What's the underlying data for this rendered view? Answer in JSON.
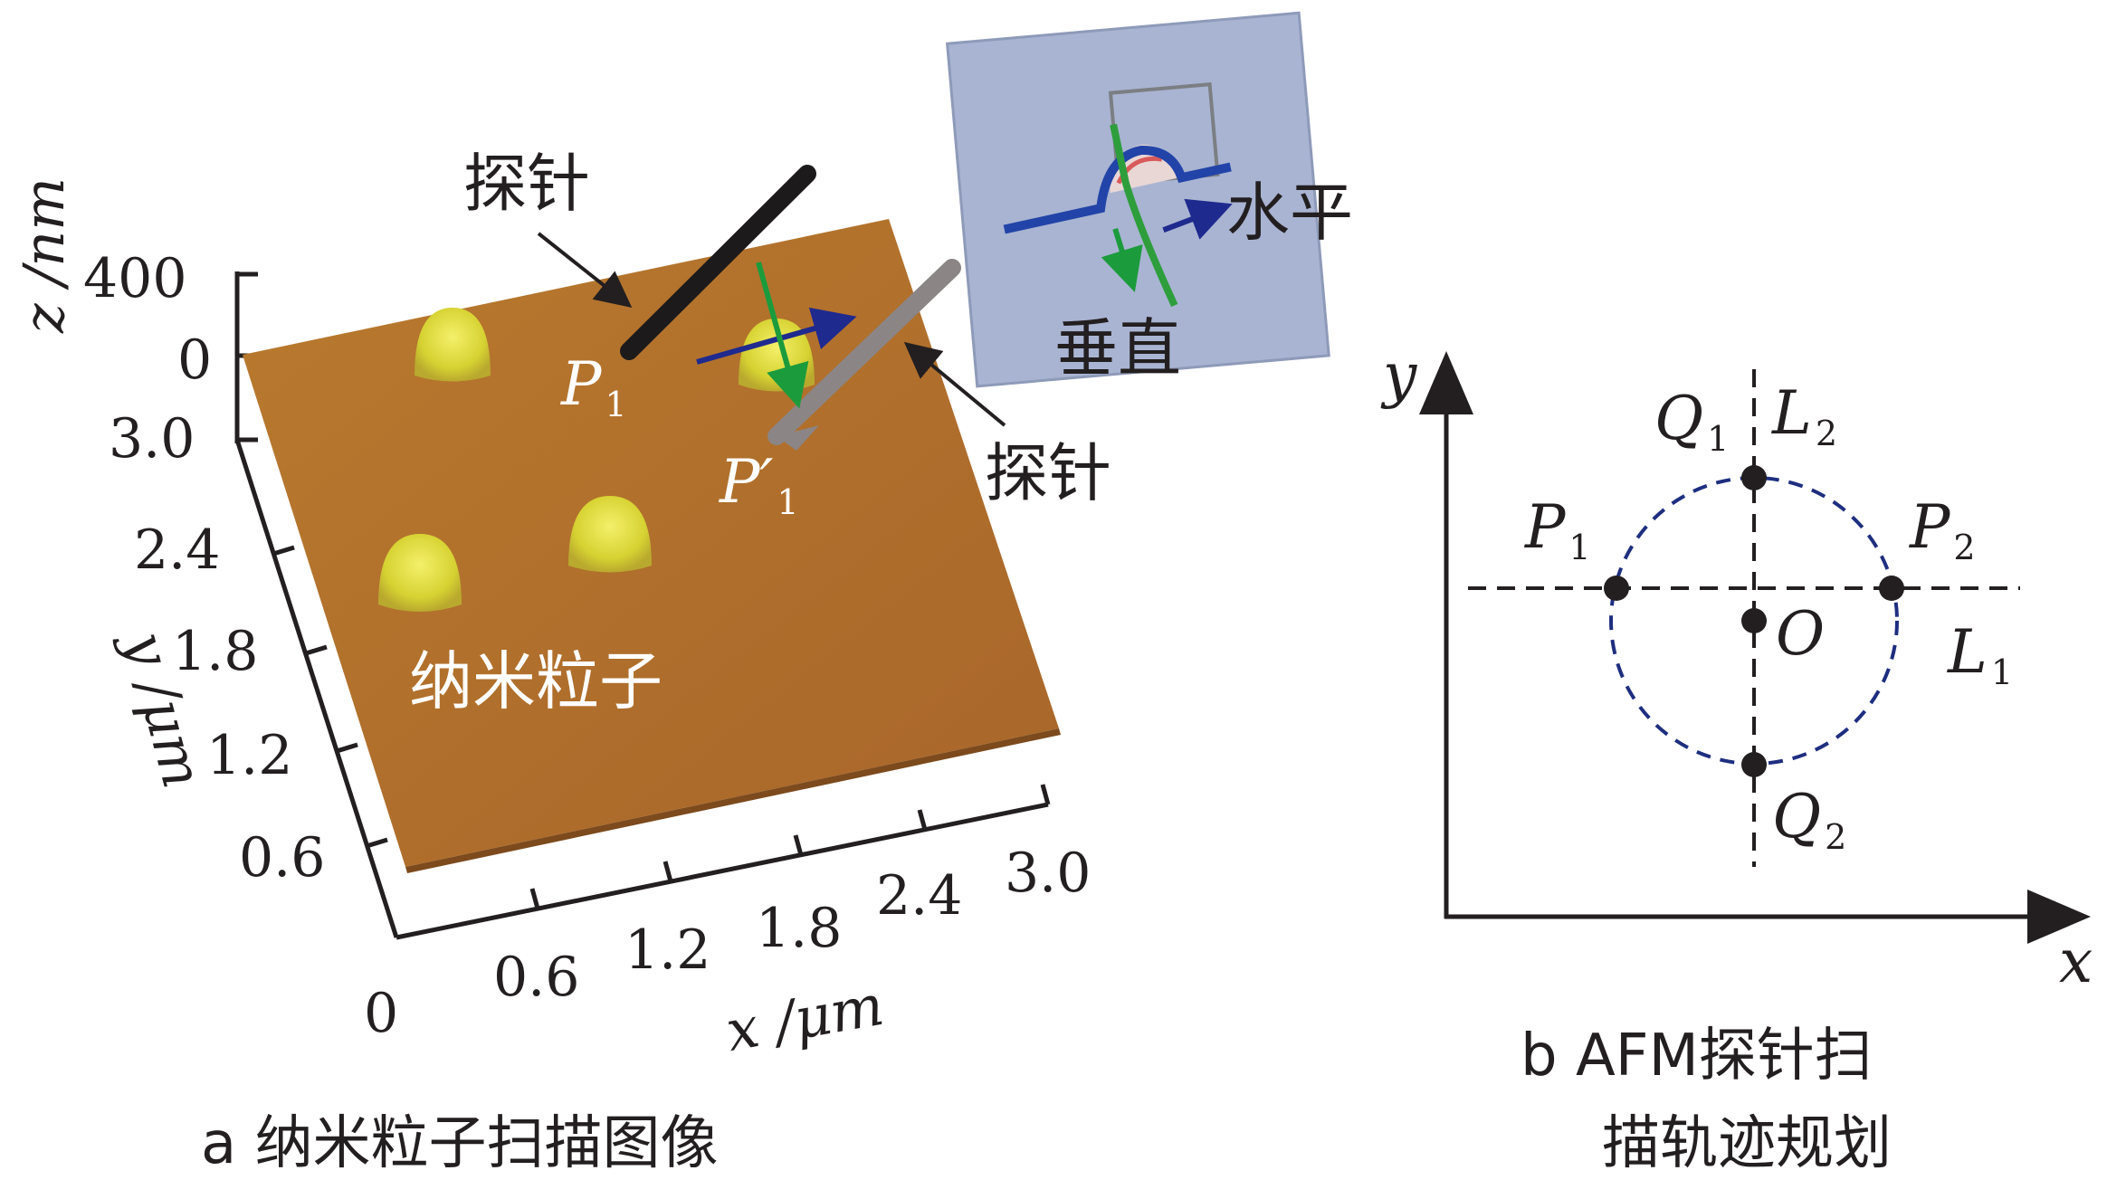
{
  "panel_a": {
    "caption": "a 纳米粒子扫描图像",
    "z_axis_label": "z /nm",
    "z_ticks": [
      "400",
      "0"
    ],
    "y_axis_label": "y /μm",
    "y_ticks": [
      "3.0",
      "2.4",
      "1.8",
      "1.2",
      "0.6"
    ],
    "x_axis_label": "x /μm",
    "x_ticks": [
      "0",
      "0.6",
      "1.2",
      "1.8",
      "2.4",
      "3.0"
    ],
    "probe_label_1": "探针",
    "probe_label_2": "探针",
    "nanoparticle_label": "纳米粒子",
    "point_p1": "P",
    "point_p1_sub": "1",
    "point_p1prime": "P′",
    "point_p1prime_sub": "1",
    "inset_horizontal": "水平",
    "inset_vertical": "垂直",
    "colors": {
      "surface": "#b5712a",
      "particle": "#e0dc38",
      "probe_dark": "#1c1a1b",
      "probe_gray": "#8b8585",
      "arrow_blue": "#1f2a8f",
      "arrow_green": "#1c9b3c",
      "inset_bg": "#a9b4d2"
    }
  },
  "panel_b": {
    "caption_line1": "b AFM探针扫",
    "caption_line2": "描轨迹规划",
    "x_axis": "x",
    "y_axis": "y",
    "points": {
      "q1": {
        "name": "Q",
        "sub": "1"
      },
      "q2": {
        "name": "Q",
        "sub": "2"
      },
      "p1": {
        "name": "P",
        "sub": "1"
      },
      "p2": {
        "name": "P",
        "sub": "2"
      },
      "o": {
        "name": "O"
      },
      "l1": {
        "name": "L",
        "sub": "1"
      },
      "l2": {
        "name": "L",
        "sub": "2"
      }
    },
    "colors": {
      "circle": "#1e2e80",
      "lines": "#231f20"
    }
  }
}
